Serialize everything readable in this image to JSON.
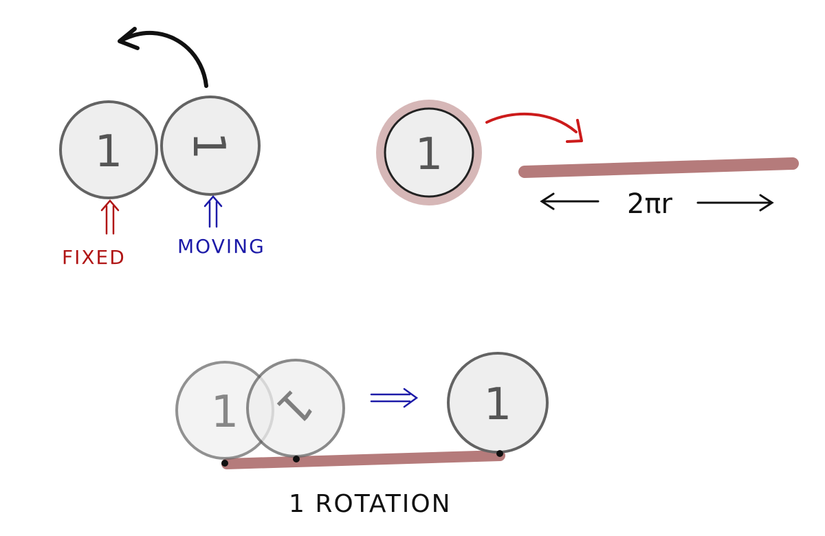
{
  "coins": {
    "coin_number": "1"
  },
  "top_left": {
    "fixed_label": "FIXED",
    "moving_label": "MOVING"
  },
  "top_right": {
    "length_label": "2πr"
  },
  "bottom": {
    "rotation_label": "1 ROTATION"
  },
  "colors": {
    "coin_fill": "#eeeeee",
    "coin_stroke": "#636363",
    "fixed_red": "#b01515",
    "moving_blue": "#1c1aa8",
    "track": "#b57b7b",
    "ink": "#111111",
    "arrow_red": "#cc1b1b"
  }
}
